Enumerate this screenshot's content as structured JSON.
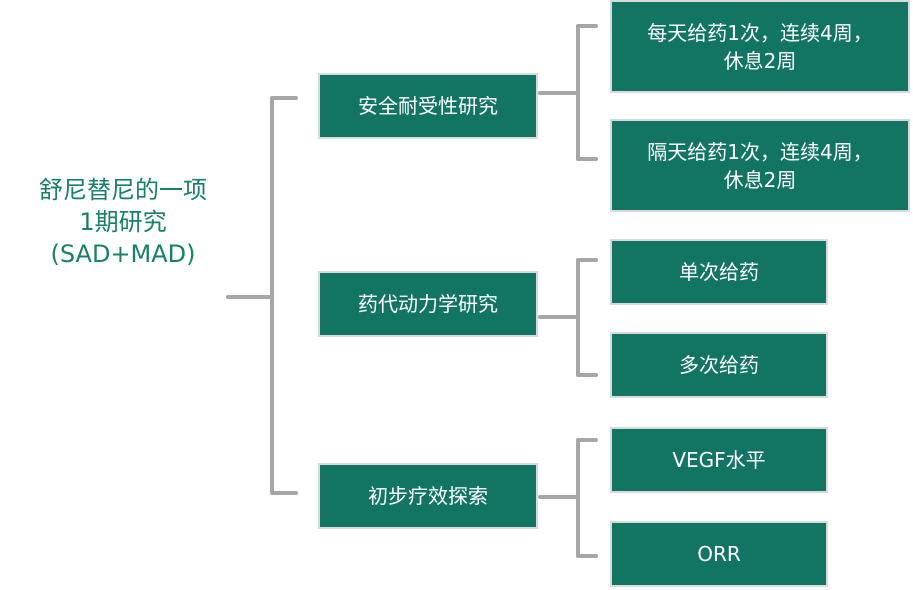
{
  "root": {
    "lines": [
      "舒尼替尼的一项",
      "1期研究",
      "(SAD+MAD)"
    ]
  },
  "branches": [
    {
      "label": "安全耐受性研究",
      "children": [
        {
          "lines": [
            "每天给药1次，连续4周，",
            "休息2周"
          ]
        },
        {
          "lines": [
            "隔天给药1次，连续4周，",
            "休息2周"
          ]
        }
      ]
    },
    {
      "label": "药代动力学研究",
      "children": [
        {
          "lines": [
            "单次给药"
          ]
        },
        {
          "lines": [
            "多次给药"
          ]
        }
      ]
    },
    {
      "label": "初步疗效探索",
      "children": [
        {
          "lines": [
            "VEGF水平"
          ]
        },
        {
          "lines": [
            "ORR"
          ]
        }
      ]
    }
  ],
  "colors": {
    "box_fill": "#127564",
    "box_border": "#d8dcd8",
    "root_text": "#17806a",
    "connector": "#a6a6a6"
  }
}
